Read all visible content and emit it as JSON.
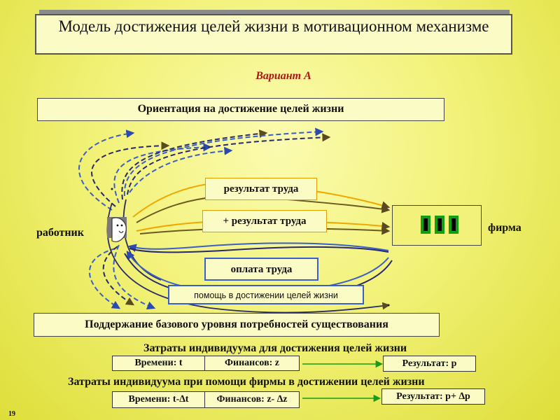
{
  "slide": {
    "title": "Модель достижения целей жизни в мотивационном механизме",
    "variant": "Вариант А",
    "orientation_box": "Ориентация на достижение целей жизни",
    "support_box": "Поддержание базового уровня потребностей существования",
    "page_number": "19"
  },
  "diagram": {
    "worker_label": "работник",
    "firm_label": "фирма",
    "result_1": "результат труда",
    "result_2": "+ результат труда",
    "pay": "оплата труда",
    "help": "помощь в достижении целей жизни"
  },
  "costs": {
    "row1": {
      "title": "Затраты индивидуума для достижения целей жизни",
      "time": "Времени: t",
      "finance": "Финансов: z",
      "result": "Результат: р"
    },
    "row2": {
      "title": "Затраты индивидуума при помощи фирмы  в достижении целей жизни",
      "time": "Времени: t-∆t",
      "finance": "Финансов: z- ∆z",
      "result": "Результат: р+ ∆р"
    }
  },
  "colors": {
    "background": "#f2f27a",
    "box_fill": "#fbfbc6",
    "orange_arrow": "#f0a800",
    "blue_arrow": "#3a5fc8",
    "dark_arrow": "#6b5a20",
    "green_arrow": "#1a9a1a",
    "variant_text": "#b01515"
  }
}
